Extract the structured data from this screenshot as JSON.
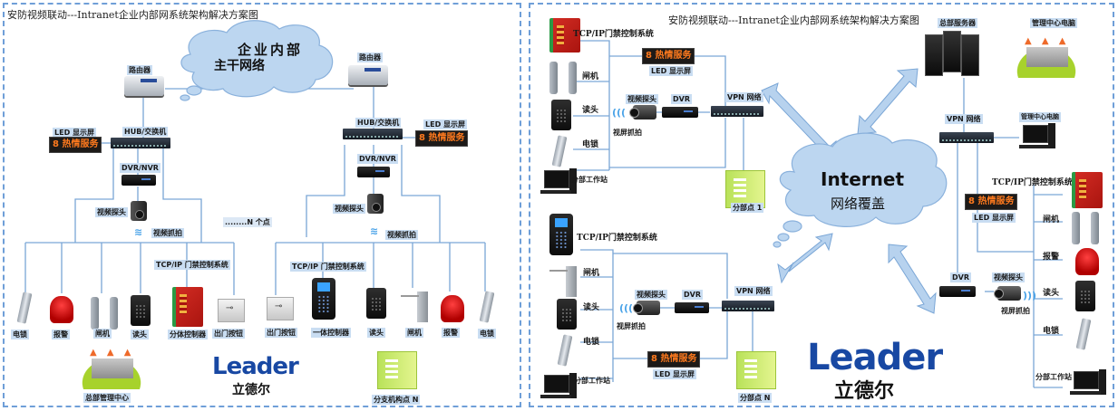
{
  "left_panel": {
    "title": "安防视频联动---Intranet企业内部网系统架构解决方案图",
    "cloud": {
      "line1": "企业内部",
      "line2": "主干网络"
    },
    "site_a": {
      "router_label": "路由器",
      "switch_label": "HUB/交换机",
      "led_label": "LED 显示屏",
      "led_text": "8 热情服务",
      "dvr_label": "DVR/NVR",
      "camera_label": "视频探头",
      "capture_label": "视频抓拍",
      "n_points_label": "........N 个点",
      "tcpip_label": "TCP/IP 门禁控制系统",
      "devices": [
        "电锁",
        "报警",
        "闸机",
        "读头",
        "分体控制器",
        "出门按钮"
      ],
      "hq_label": "总部管理中心"
    },
    "site_b": {
      "router_label": "路由器",
      "switch_label": "HUB/交换机",
      "led_label": "LED 显示屏",
      "led_text": "8 热情服务",
      "dvr_label": "DVR/NVR",
      "camera_label": "视频探头",
      "capture_label": "视频抓拍",
      "tcpip_label": "TCP/IP 门禁控制系统",
      "devices": [
        "出门按钮",
        "一体控制器",
        "读头",
        "闸机",
        "报警",
        "电锁"
      ],
      "branch_label": "分支机构点 N"
    },
    "logo": {
      "brand": "Leader",
      "brand_cn": "立德尔"
    }
  },
  "right_panel": {
    "title": "安防视频联动---Intranet企业内部网系统架构解决方案图",
    "internet": {
      "line1": "Internet",
      "line2": "网络覆盖"
    },
    "branch1": {
      "tcpip_label": "TCP/IP门禁控制系统",
      "gate_label": "闸机",
      "reader_label": "读头",
      "lock_label": "电锁",
      "workstation_label": "分部工作站",
      "led_text": "8 热情服务",
      "led_label": "LED 显示屏",
      "camera_label": "视频探头",
      "dvr_label": "DVR",
      "vpn_label": "VPN 网络",
      "capture_label": "视屏抓拍",
      "site_label": "分部点 1"
    },
    "branchN": {
      "tcpip_label": "TCP/IP门禁控制系统",
      "gate_label": "闸机",
      "reader_label": "读头",
      "lock_label": "电锁",
      "workstation_label": "分部工作站",
      "camera_label": "视频探头",
      "dvr_label": "DVR",
      "vpn_label": "VPN 网络",
      "capture_label": "视屏抓拍",
      "led_text": "8 热情服务",
      "led_label": "LED 显示屏",
      "site_label": "分部点 N"
    },
    "hq": {
      "server_label": "总部服务器",
      "mgmt_pc_top_label": "管理中心电脑",
      "vpn_label": "VPN 网络",
      "mgmt_pc_label": "管理中心电脑",
      "tcpip_label": "TCP/IP门禁控制系统",
      "led_text": "8 热情服务",
      "led_label": "LED 显示屏",
      "gate_label": "闸机",
      "alarm_label": "报警",
      "dvr_label": "DVR",
      "camera_label": "视频探头",
      "capture_label": "视屏抓拍",
      "reader_label": "读头",
      "lock_label": "电锁",
      "workstation_label": "分部工作站"
    },
    "logo": {
      "brand": "Leader",
      "brand_cn": "立德尔"
    }
  },
  "colors": {
    "line": "#7aa6d6",
    "label_bg": "#c9ddf2",
    "cloud": "#bcd6f0",
    "brand": "#1848a3",
    "led_text": "#ff7a1e"
  }
}
